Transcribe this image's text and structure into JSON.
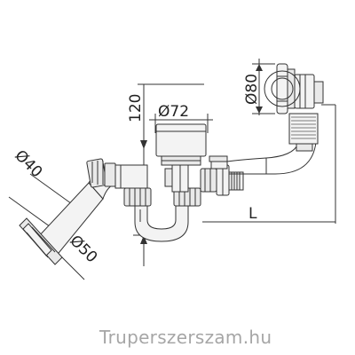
{
  "dimensions": {
    "height_120": "120",
    "dia_72": "Ø72",
    "dia_80": "Ø80",
    "dia_40": "Ø40",
    "dia_50": "Ø50",
    "length_L": "L"
  },
  "watermark": "Truperszerszam.hu"
}
